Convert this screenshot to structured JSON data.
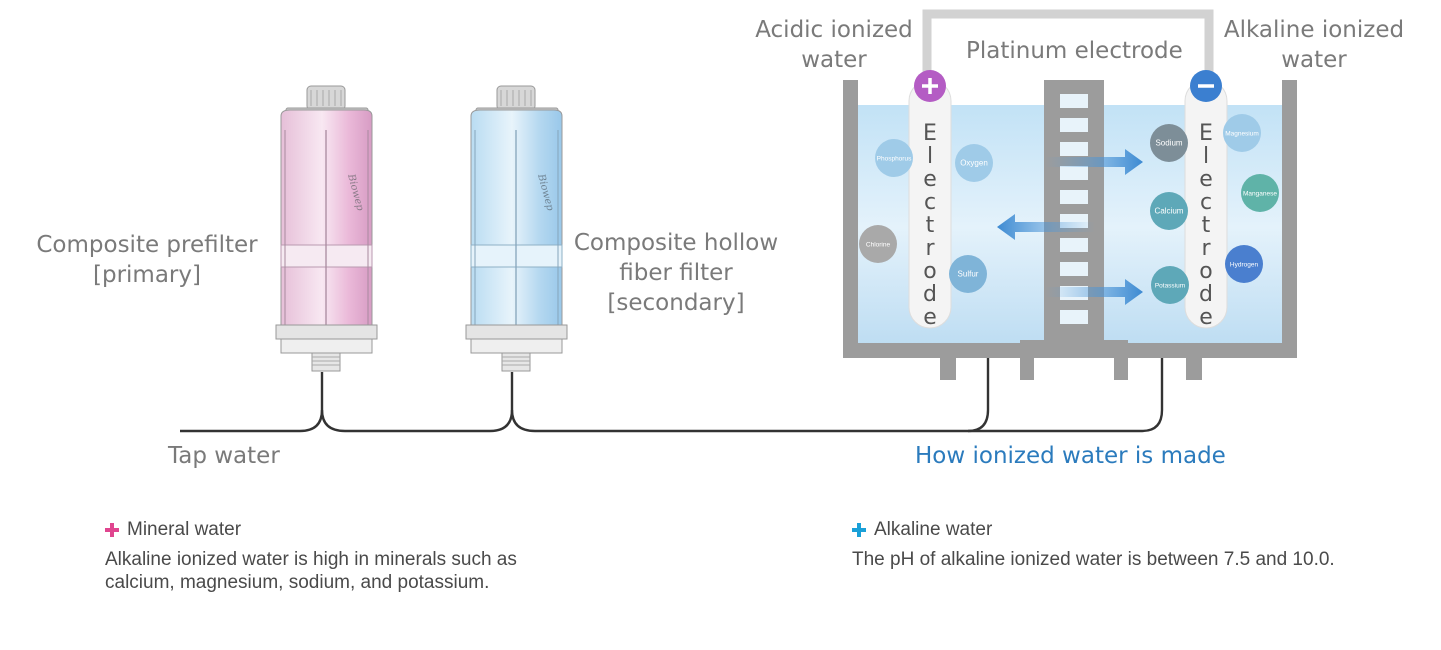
{
  "labels": {
    "tap_water": "Tap water",
    "prefilter": [
      "Composite prefilter",
      "[primary]"
    ],
    "hollow_filter": [
      "Composite hollow",
      "fiber filter",
      "[secondary]"
    ],
    "acidic": [
      "Acidic ionized",
      "water"
    ],
    "alkaline": [
      "Alkaline ionized",
      "water"
    ],
    "platinum": "Platinum electrode",
    "how_made": "How ionized water is made",
    "electrode_word": "Electrode",
    "brand": "Biowep"
  },
  "ions_left": [
    "Phosphorus",
    "Oxygen",
    "Chlorine",
    "Sulfur"
  ],
  "ions_right_inner": [
    "Sodium",
    "Calcium",
    "Potassium"
  ],
  "ions_right_outer": [
    "Magnesium",
    "Manganese",
    "Hydrogen"
  ],
  "notes": {
    "mineral": {
      "title": "Mineral water",
      "body": "Alkaline ionized water is high in minerals such as calcium, magnesium, sodium, and potassium."
    },
    "alkaline": {
      "title": "Alkaline water",
      "body": "The pH of alkaline ionized water is between 7.5 and 10.0."
    }
  },
  "colors": {
    "label": "#7a7a7a",
    "accent_blue": "#2b7bbd",
    "anode": "#b45cc4",
    "cathode": "#3b7fd0",
    "mineral_plus": "#e0458f",
    "alkaline_plus": "#1aa0d8"
  }
}
